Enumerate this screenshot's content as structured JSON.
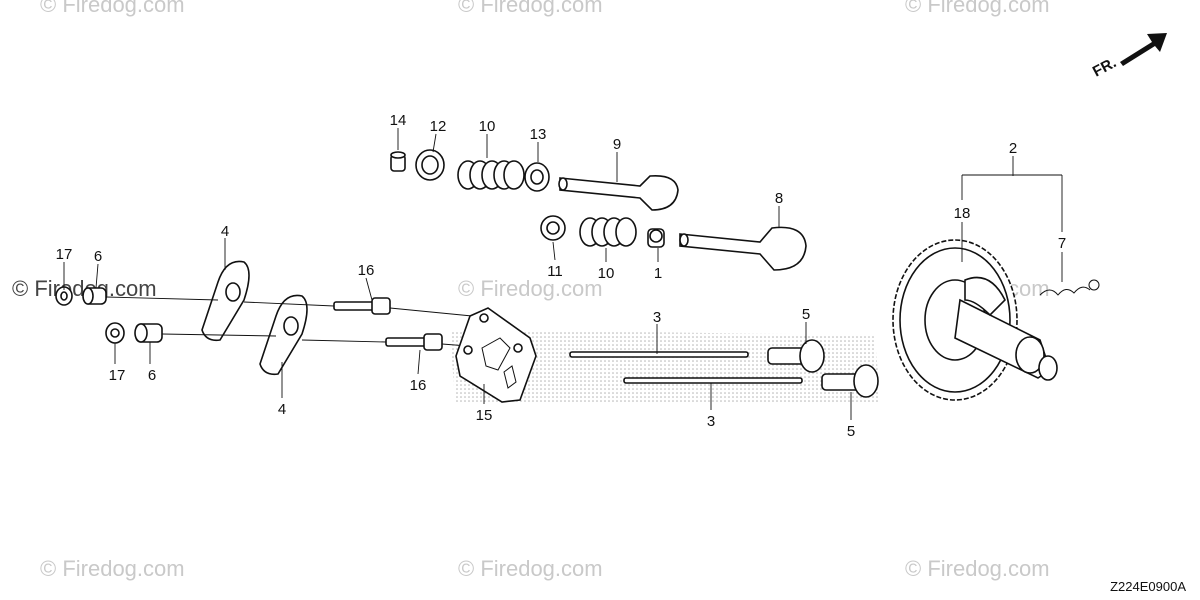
{
  "watermark": "© Firedog.com",
  "diagram_code": "Z224E0900A",
  "direction_label": "FR.",
  "labels": {
    "p14": "14",
    "p12": "12",
    "p10a": "10",
    "p13": "13",
    "p9": "9",
    "p8": "8",
    "p11": "11",
    "p10b": "10",
    "p1": "1",
    "p2": "2",
    "p18": "18",
    "p7": "7",
    "p4a": "4",
    "p4b": "4",
    "p17a": "17",
    "p6a": "6",
    "p17b": "17",
    "p6b": "6",
    "p16a": "16",
    "p16b": "16",
    "p15": "15",
    "p3a": "3",
    "p3b": "3",
    "p5a": "5",
    "p5b": "5"
  }
}
